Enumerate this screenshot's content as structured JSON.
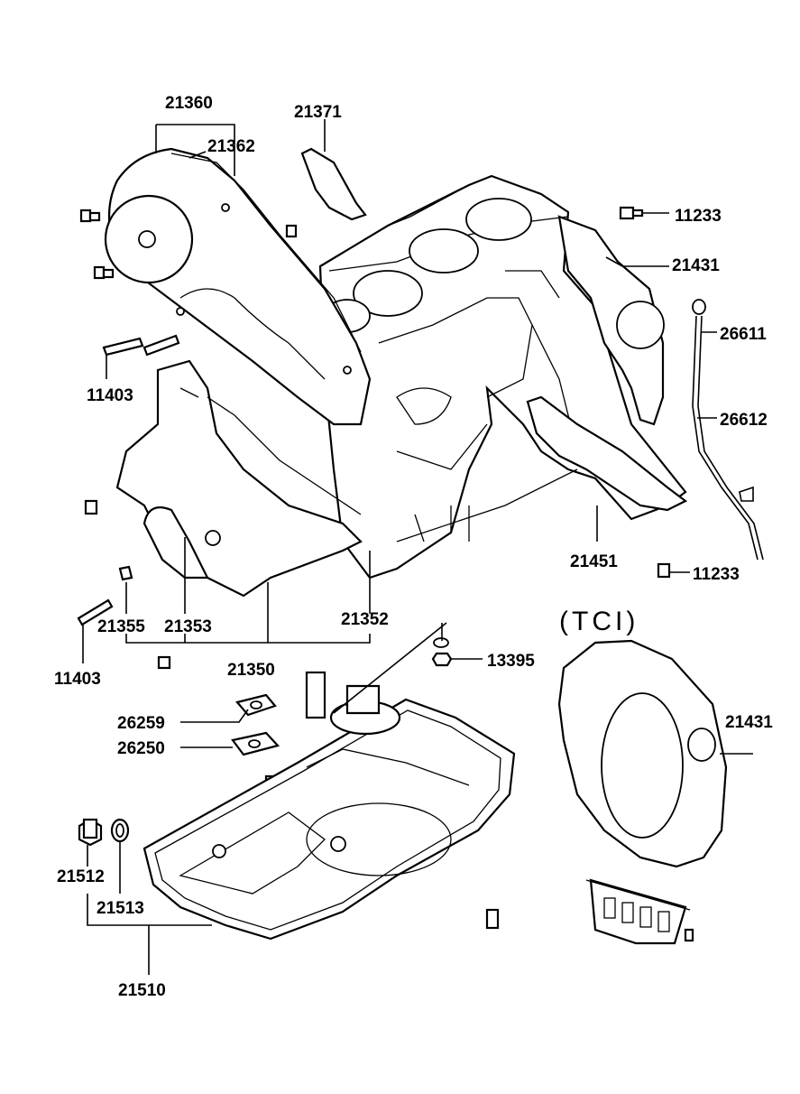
{
  "callouts": {
    "c21360": "21360",
    "c21362": "21362",
    "c21371": "21371",
    "c11233a": "11233",
    "c21431a": "21431",
    "c26611": "26611",
    "c26612": "26612",
    "c11403a": "11403",
    "c21451": "21451",
    "c11233b": "11233",
    "c21355": "21355",
    "c21353": "21353",
    "c21352": "21352",
    "c11403b": "11403",
    "c21350": "21350",
    "c13395": "13395",
    "c26259": "26259",
    "c26250": "26250",
    "c21431b": "21431",
    "c21512": "21512",
    "c21513": "21513",
    "c21510": "21510"
  },
  "variant_label": "(TCI)"
}
